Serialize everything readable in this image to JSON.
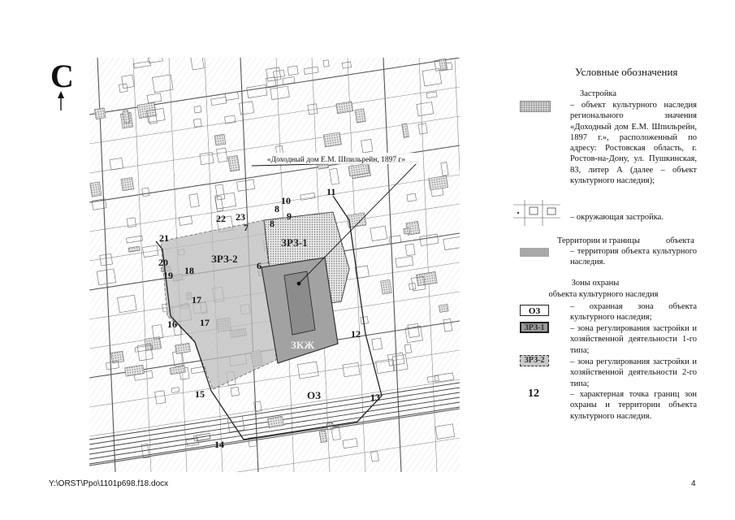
{
  "north": {
    "letter": "С"
  },
  "map": {
    "callout": "«Доходный дом Е.М. Шпильрейн, 1897 г»",
    "zones": {
      "zrz1": "ЗРЗ-1",
      "zrz2": "ЗРЗ-2",
      "oz": "ОЗ",
      "zkzh": "ЗКЖ"
    },
    "points": [
      "21",
      "22",
      "23",
      "7",
      "8",
      "8",
      "9",
      "10",
      "11",
      "20",
      "18",
      "19",
      "6",
      "17",
      "16",
      "17",
      "12",
      "15",
      "13",
      "14"
    ]
  },
  "legend": {
    "title": "Условные обозначения",
    "building": {
      "heading": "Застройка",
      "object_text": "– объект культурного наследия регионального значения «Доходный дом Е.М. Шпильрейн, 1897 г.», расположенный по адресу: Ростовская область, г. Ростов-на-Дону, ул. Пушкинская, 83, литер А (далее – объект культурного наследия);",
      "surrounding_text": "– окружающая застройка."
    },
    "territory": {
      "heading": "Территории и границы",
      "heading_end": "объекта",
      "text": "– территория объекта культурного наследия."
    },
    "zones": {
      "heading_line1": "Зоны охраны",
      "heading_line2": "объекта культурного наследия",
      "oz_label": "ОЗ",
      "oz_text": "– охранная зона объекта культурного наследия;",
      "zrz1_label": "ЗРЗ-1",
      "zrz1_text": "– зона регулирования застройки и хозяйственной деятельности 1-го типа;",
      "zrz2_label": "ЗРЗ-2",
      "zrz2_text": "– зона регулирования застройки и хозяйственной деятельности 2-го типа;",
      "point_label": "12",
      "point_text": "– характерная точка границ зон охраны и территории объекта культурного наследия."
    }
  },
  "footer": {
    "path": "Y:\\ORST\\Ppo\\1101p698.f18.docx",
    "page": "4"
  }
}
